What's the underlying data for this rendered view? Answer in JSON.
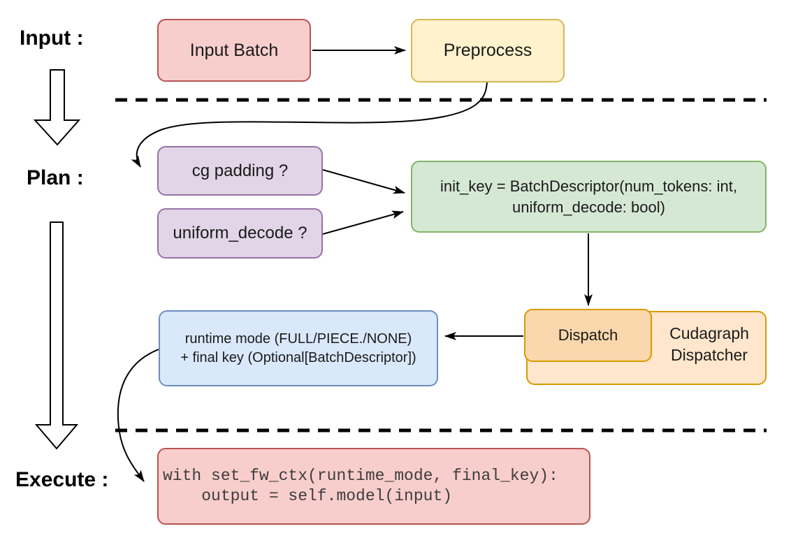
{
  "diagram": {
    "title_hint": "Cudagraph dispatch flow: Input / Plan / Execute",
    "stages": {
      "input_label": "Input :",
      "plan_label": "Plan :",
      "execute_label": "Execute :"
    },
    "nodes": {
      "input_batch": "Input Batch",
      "preprocess": "Preprocess",
      "cg_padding": "cg padding ?",
      "uniform_decode": "uniform_decode ?",
      "init_key_line1": "init_key = BatchDescriptor(num_tokens: int,",
      "init_key_line2": "uniform_decode: bool)",
      "dispatch": "Dispatch",
      "dispatcher_line1": "Cudagraph",
      "dispatcher_line2": "Dispatcher",
      "runtime_line1": "runtime mode (FULL/PIECE./NONE)",
      "runtime_line2": "+ final key (Optional[BatchDescriptor])",
      "code_line1": "with set_fw_ctx(runtime_mode, final_key):",
      "code_line2": "    output = self.model(input)"
    },
    "colors": {
      "red_fill": "#f8cecc",
      "red_stroke": "#b85450",
      "yellow_fill": "#fff2cc",
      "yellow_stroke": "#d6b656",
      "purple_fill": "#e1d5e7",
      "purple_stroke": "#9673a6",
      "green_fill": "#d5e8d4",
      "green_stroke": "#82b366",
      "blue_fill": "#dae8fc",
      "blue_stroke": "#6c8ebf",
      "orange_fill": "#ffe6cc",
      "orange_inner_fill": "#fad7ac",
      "orange_stroke": "#d79b00",
      "connector": "#000000",
      "code_text": "#3d3d3d"
    }
  }
}
